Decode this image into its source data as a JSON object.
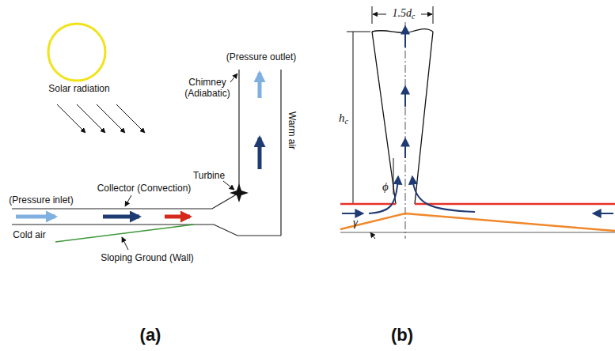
{
  "diagram": {
    "labels": [
      "Solar radiation",
      "(Pressure outlet)",
      "Chimney (Adiabatic)",
      "Warm air",
      "Turbine",
      "Collector (Convection)",
      "(Pressure inlet)",
      "Cold air",
      "Sloping Ground (Wall)",
      "(a)",
      "1.5dc",
      "hc",
      "ϕ",
      "γ",
      "(b)"
    ]
  }
}
